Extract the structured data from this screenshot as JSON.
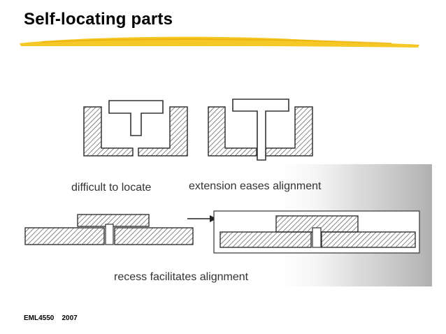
{
  "slide": {
    "title": "Self-locating parts",
    "footer": "EML4550    2007"
  },
  "figure": {
    "caption_top_left": "difficult to locate",
    "caption_top_right": "extension eases alignment",
    "caption_bottom": "recess facilitates alignment",
    "colors": {
      "accent_stroke": "#f4c20d",
      "hatch": "#555555",
      "outline": "#333333"
    }
  }
}
